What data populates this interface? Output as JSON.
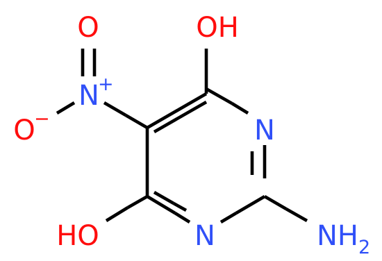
{
  "molecule": {
    "atoms": [
      {
        "id": "c4",
        "element": "C",
        "text": ""
      },
      {
        "id": "n3",
        "element": "N",
        "text": "N",
        "color": "#3050F8"
      },
      {
        "id": "c2",
        "element": "C",
        "text": ""
      },
      {
        "id": "n1",
        "element": "N",
        "text": "N",
        "color": "#3050F8"
      },
      {
        "id": "c6",
        "element": "C",
        "text": ""
      },
      {
        "id": "c5",
        "element": "C",
        "text": ""
      },
      {
        "id": "oh_top",
        "element": "O",
        "text": "OH",
        "color": "#FF0D0D"
      },
      {
        "id": "oh_bottom",
        "element": "O",
        "text": "HO",
        "color": "#FF0D0D"
      },
      {
        "id": "nh2",
        "element": "N",
        "text": "NH",
        "subscript": "2",
        "color": "#3050F8"
      },
      {
        "id": "n_nitro",
        "element": "N",
        "text": "N",
        "charge": "+",
        "color": "#3050F8"
      },
      {
        "id": "o_nitro_double",
        "element": "O",
        "text": "O",
        "color": "#FF0D0D"
      },
      {
        "id": "o_nitro_minus",
        "element": "O",
        "text": "O",
        "charge": "−",
        "color": "#FF0D0D"
      }
    ],
    "bonds": [
      {
        "a": "c4",
        "b": "n3",
        "order": 1
      },
      {
        "a": "n3",
        "b": "c2",
        "order": 2
      },
      {
        "a": "c2",
        "b": "n1",
        "order": 1
      },
      {
        "a": "n1",
        "b": "c6",
        "order": 2
      },
      {
        "a": "c6",
        "b": "c5",
        "order": 1
      },
      {
        "a": "c5",
        "b": "c4",
        "order": 2
      },
      {
        "a": "c4",
        "b": "oh_top",
        "order": 1
      },
      {
        "a": "c6",
        "b": "oh_bottom",
        "order": 1
      },
      {
        "a": "c2",
        "b": "nh2",
        "order": 1
      },
      {
        "a": "c5",
        "b": "n_nitro",
        "order": 1
      },
      {
        "a": "n_nitro",
        "b": "o_nitro_double",
        "order": 2
      },
      {
        "a": "n_nitro",
        "b": "o_nitro_minus",
        "order": 1
      }
    ],
    "bond_color": "#000000",
    "colors": {
      "carbon_bond": "#000000",
      "nitrogen": "#3050F8",
      "oxygen": "#FF0D0D"
    }
  }
}
